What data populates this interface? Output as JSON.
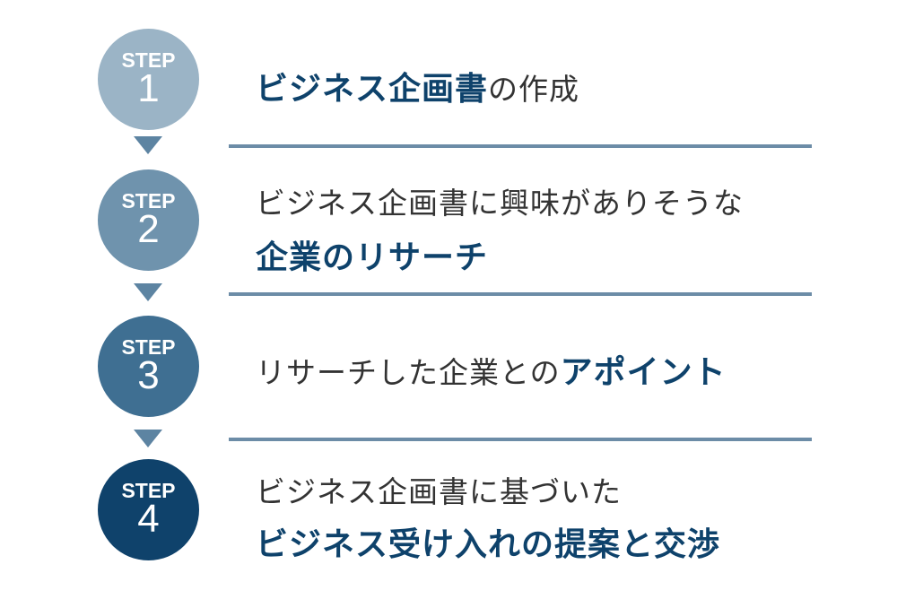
{
  "step_label": "STEP",
  "steps": [
    {
      "num": "1",
      "color": "#9bb4c6",
      "lines": [
        [
          {
            "t": "ビジネス企画書",
            "em": true
          },
          {
            "t": "の作成",
            "em": false
          }
        ]
      ]
    },
    {
      "num": "2",
      "color": "#6f93ad",
      "lines": [
        [
          {
            "t": "ビジネス企画書に興味がありそうな",
            "em": false
          }
        ],
        [
          {
            "t": "企業のリサーチ",
            "em": true
          }
        ]
      ]
    },
    {
      "num": "3",
      "color": "#3f6f92",
      "lines": [
        [
          {
            "t": "リサーチした企業との",
            "em": false
          },
          {
            "t": "アポイント",
            "em": true
          }
        ]
      ]
    },
    {
      "num": "4",
      "color": "#0f426b",
      "lines": [
        [
          {
            "t": "ビジネス企画書に基づいた",
            "em": false
          }
        ],
        [
          {
            "t": "ビジネス受け入れの提案と交渉",
            "em": true
          }
        ]
      ]
    }
  ]
}
